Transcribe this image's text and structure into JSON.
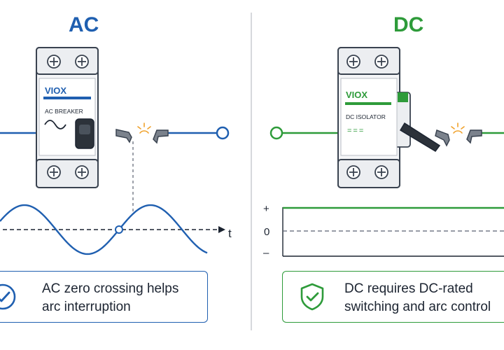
{
  "colors": {
    "ac": "#1f5fb0",
    "dc": "#2e9b3a",
    "ink": "#1c2431",
    "outline": "#3a4350",
    "spark": "#f0a12a",
    "device_face": "#f4f5f7"
  },
  "ac_panel": {
    "heading": "AC",
    "device": {
      "brand": "VIOX",
      "label": "AC BREAKER",
      "symbol": "~",
      "icon": "circuit-breaker-icon"
    },
    "waveform": {
      "axis_label": "t",
      "type": "sine",
      "zero_crossing_marked": true
    },
    "note": {
      "icon": "check-circle-icon",
      "line1": "AC zero crossing helps",
      "line2": "arc interruption"
    }
  },
  "dc_panel": {
    "heading": "DC",
    "device": {
      "brand": "VIOX",
      "label": "DC ISOLATOR",
      "symbol": "===",
      "icon": "isolator-switch-icon"
    },
    "waveform": {
      "type": "constant",
      "tick_plus": "+",
      "tick_zero": "0",
      "tick_minus": "–"
    },
    "note": {
      "icon": "shield-check-icon",
      "line1": "DC requires DC-rated",
      "line2": "switching and arc control"
    }
  }
}
